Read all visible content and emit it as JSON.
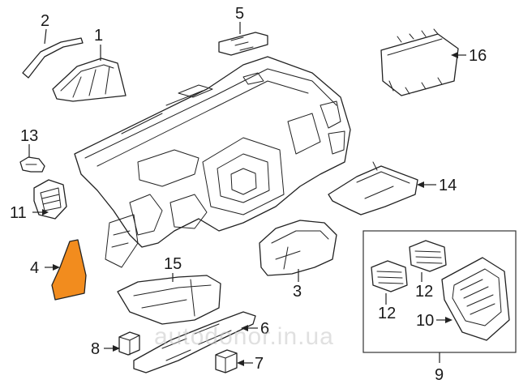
{
  "callouts": {
    "c1": "1",
    "c2": "2",
    "c3": "3",
    "c4": "4",
    "c5": "5",
    "c6": "6",
    "c7": "7",
    "c8": "8",
    "c9": "9",
    "c10": "10",
    "c11": "11",
    "c12a": "12",
    "c12b": "12",
    "c13": "13",
    "c14": "14",
    "c15": "15",
    "c16": "16"
  },
  "watermark": "autodonor.in.ua",
  "colors": {
    "highlight": "#F28C1E",
    "line": "#222222"
  }
}
